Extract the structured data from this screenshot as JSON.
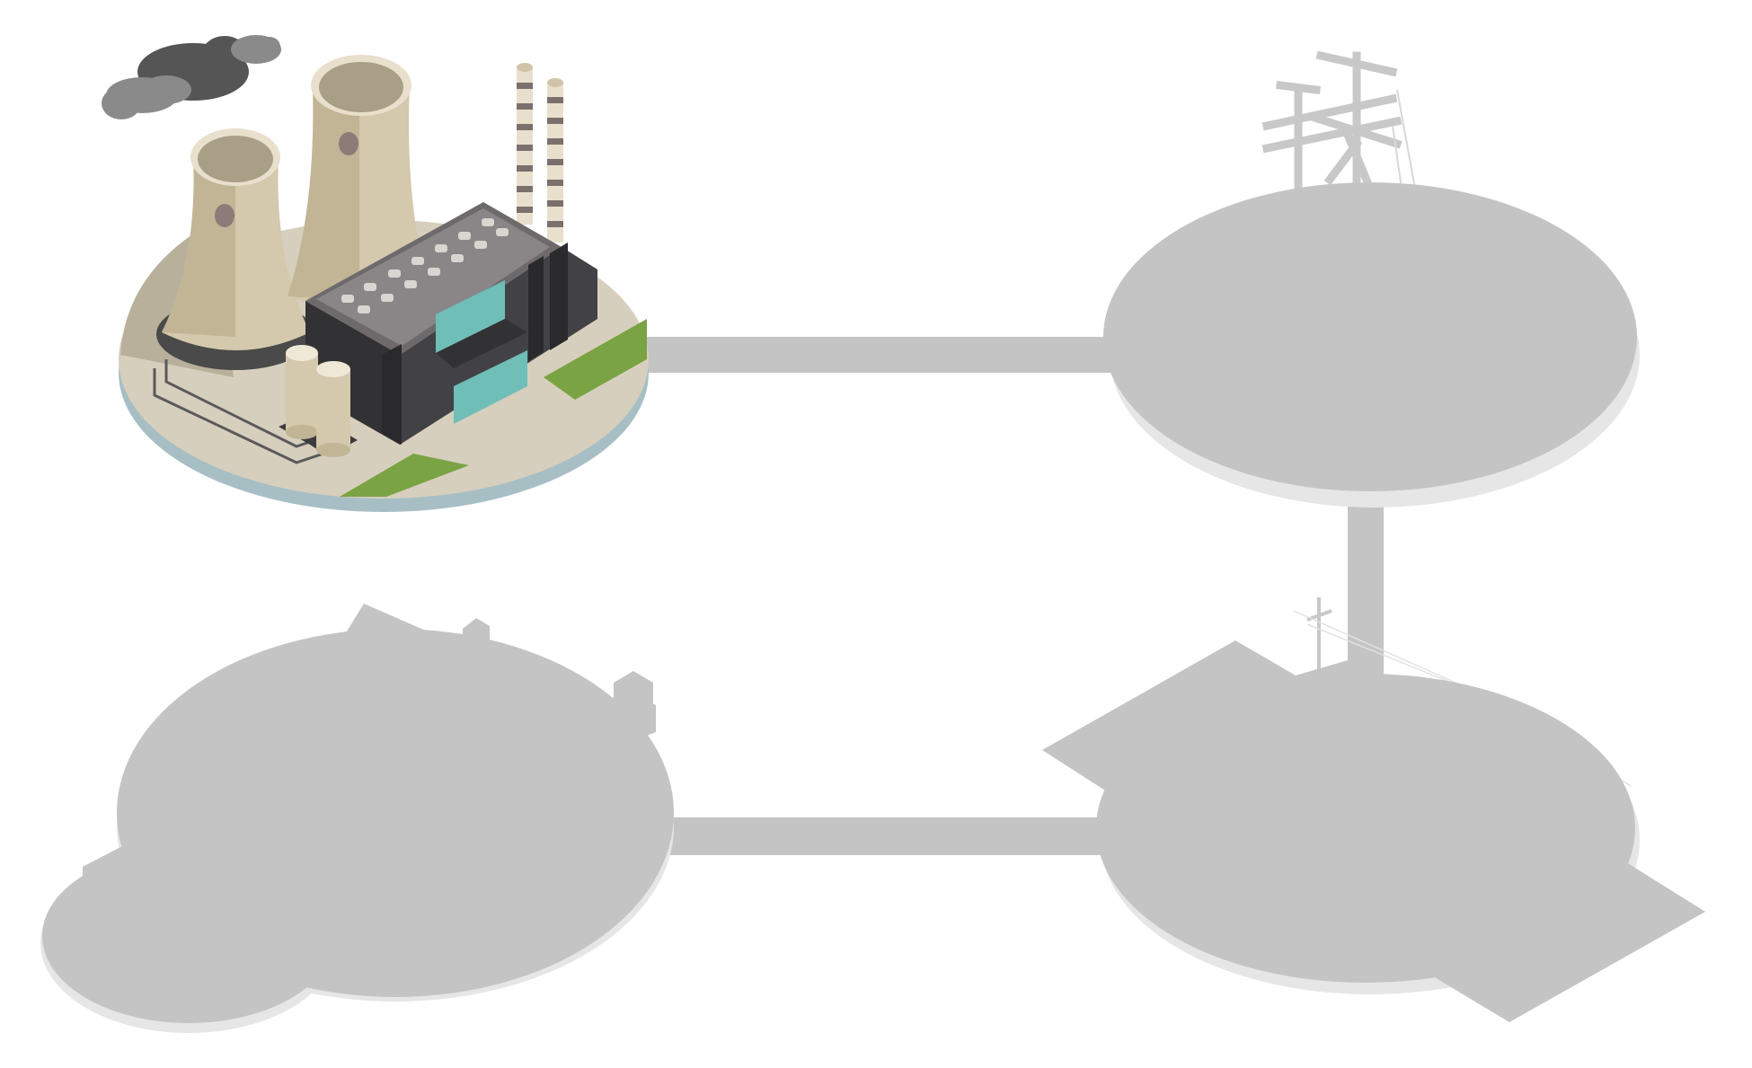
{
  "scene": {
    "background": "#ffffff",
    "locked_color": "#c4c4c4",
    "locked_shadow_color": "#e6e6e6"
  },
  "nodes": [
    {
      "id": "power-plant",
      "state": "unlocked"
    },
    {
      "id": "transmission-tower",
      "state": "locked"
    },
    {
      "id": "substation",
      "state": "locked"
    },
    {
      "id": "house",
      "state": "locked"
    }
  ],
  "connections": [
    {
      "from": "power-plant",
      "to": "transmission-tower",
      "state": "locked"
    },
    {
      "from": "transmission-tower",
      "to": "substation",
      "state": "locked"
    },
    {
      "from": "substation",
      "to": "house",
      "state": "locked"
    }
  ]
}
